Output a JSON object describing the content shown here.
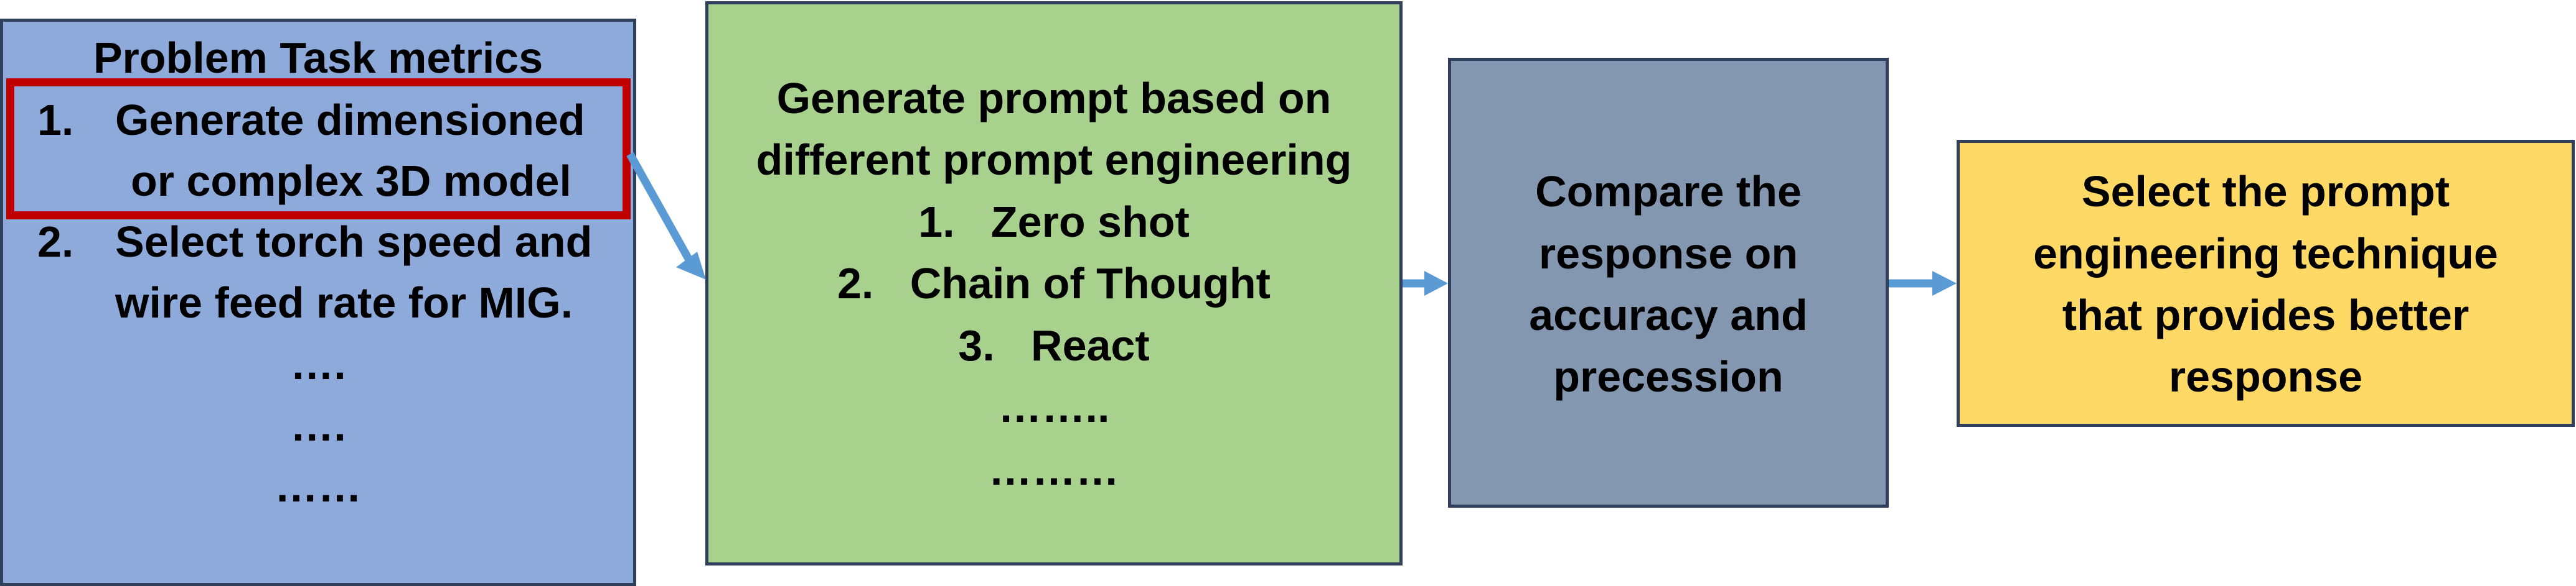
{
  "colors": {
    "box1_fill": "#8eaadb",
    "box2_fill": "#a9d18e",
    "box3_fill": "#8497b0",
    "box4_fill": "#ffd966",
    "border": "#2f3f5c",
    "highlight": "#c00000",
    "arrow": "#5b9bd5"
  },
  "box1": {
    "title": "Problem Task metrics",
    "item1_num": "1.",
    "item1_line1": "Generate dimensioned",
    "item1_line2": "or complex 3D model",
    "item2_num": "2.",
    "item2_line1": "Select torch speed and",
    "item2_line2": "wire feed rate for MIG.",
    "dots1": "….",
    "dots2": "….",
    "dots3": "……"
  },
  "box2": {
    "line1": "Generate prompt based on",
    "line2": "different prompt engineering",
    "item1": "1.   Zero shot",
    "item2": "2.   Chain of Thought",
    "item3": "3.   React",
    "dots1": "……..",
    "dots2": "………"
  },
  "box3": {
    "line1": "Compare the",
    "line2": "response on",
    "line3": "accuracy and",
    "line4": "precession"
  },
  "box4": {
    "line1": "Select the prompt",
    "line2": "engineering technique",
    "line3": "that provides better",
    "line4": "response"
  }
}
